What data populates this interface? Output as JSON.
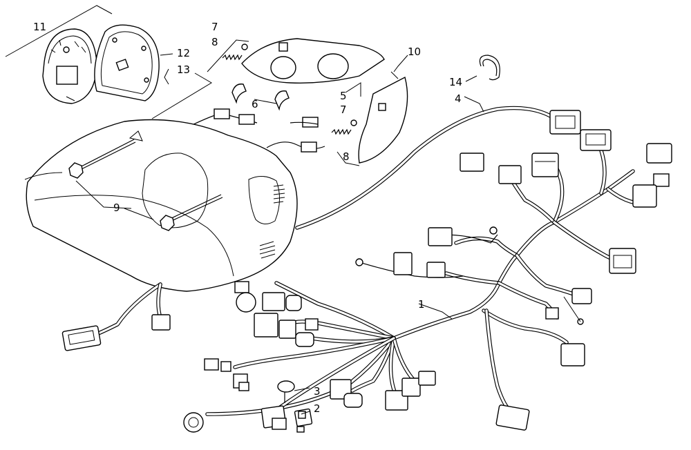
{
  "callouts": {
    "c1": "1",
    "c2": "2",
    "c3": "3",
    "c4": "4",
    "c5": "5",
    "c6": "6",
    "c7a": "7",
    "c7b": "7",
    "c8a": "8",
    "c8b": "8",
    "c9": "9",
    "c10": "10",
    "c11": "11",
    "c12": "12",
    "c13": "13",
    "c14": "14"
  }
}
